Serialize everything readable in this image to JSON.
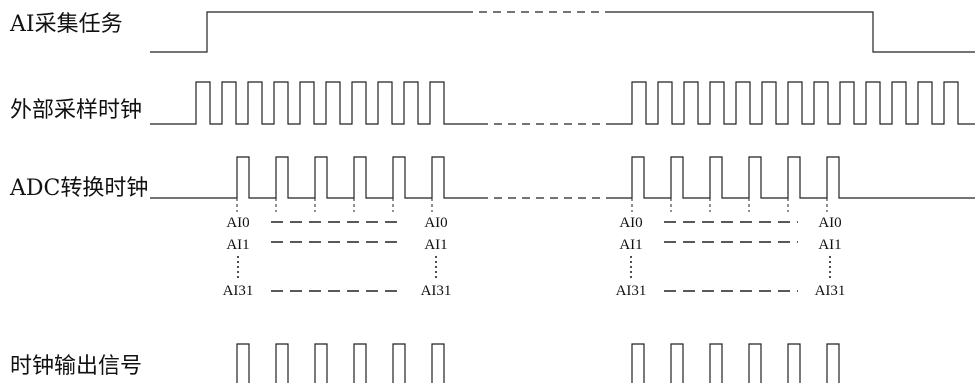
{
  "rows": {
    "ai_task": "AI采集任务",
    "ext_clock": "外部采样时钟",
    "adc_clock": "ADC转换时钟",
    "clock_out": "时钟输出信号"
  },
  "channels": {
    "first": "AI0",
    "second": "AI1",
    "last": "AI31"
  },
  "colors": {
    "signal": "#222222",
    "background": "#ffffff"
  }
}
